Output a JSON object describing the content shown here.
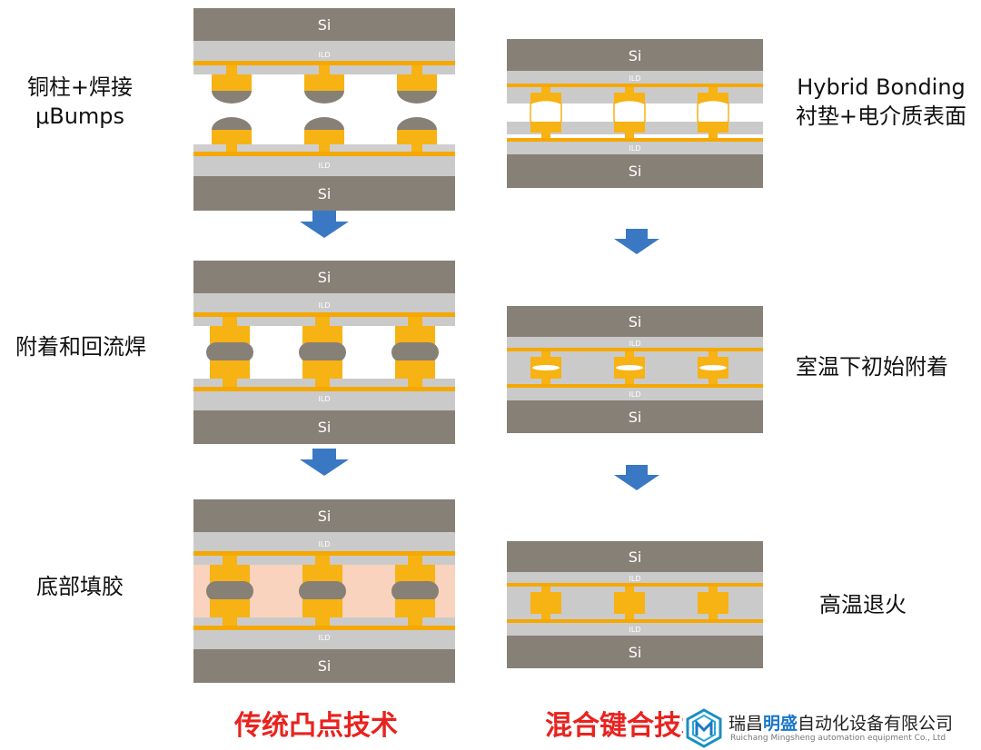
{
  "stacks": {
    "si_label": "Si",
    "ild_label": "ILD"
  },
  "colors": {
    "silicon": "#878076",
    "ild": "#cbcaca",
    "copper": "#f7b213",
    "metal_line": "#f5a800",
    "solder": "#878076",
    "underfill": "#f9d3bd",
    "arrow": "#3a78c3",
    "title_red": "#e8231f",
    "logo_blue": "#1b78c8"
  },
  "left_column": {
    "steps": [
      {
        "label": "铜柱+焊接\nμBumps",
        "state": "separated"
      },
      {
        "label": "附着和回流焊",
        "state": "reflow"
      },
      {
        "label": "底部填胶",
        "state": "underfill"
      }
    ],
    "title": "传统凸点技术"
  },
  "right_column": {
    "steps": [
      {
        "label": "Hybrid Bonding\n衬垫+电介质表面",
        "state": "aligned"
      },
      {
        "label": "室温下初始附着",
        "state": "initial"
      },
      {
        "label": "高温退火",
        "state": "annealed"
      }
    ],
    "title": "混合键合技术"
  },
  "logo": {
    "name_prefix": "瑞昌",
    "name_highlight": "明盛",
    "name_suffix": "自动化设备有限公司",
    "english": "Ruichang Mingsheng automation equipment Co., Ltd",
    "icon": "hexagon-m-logo-icon"
  }
}
